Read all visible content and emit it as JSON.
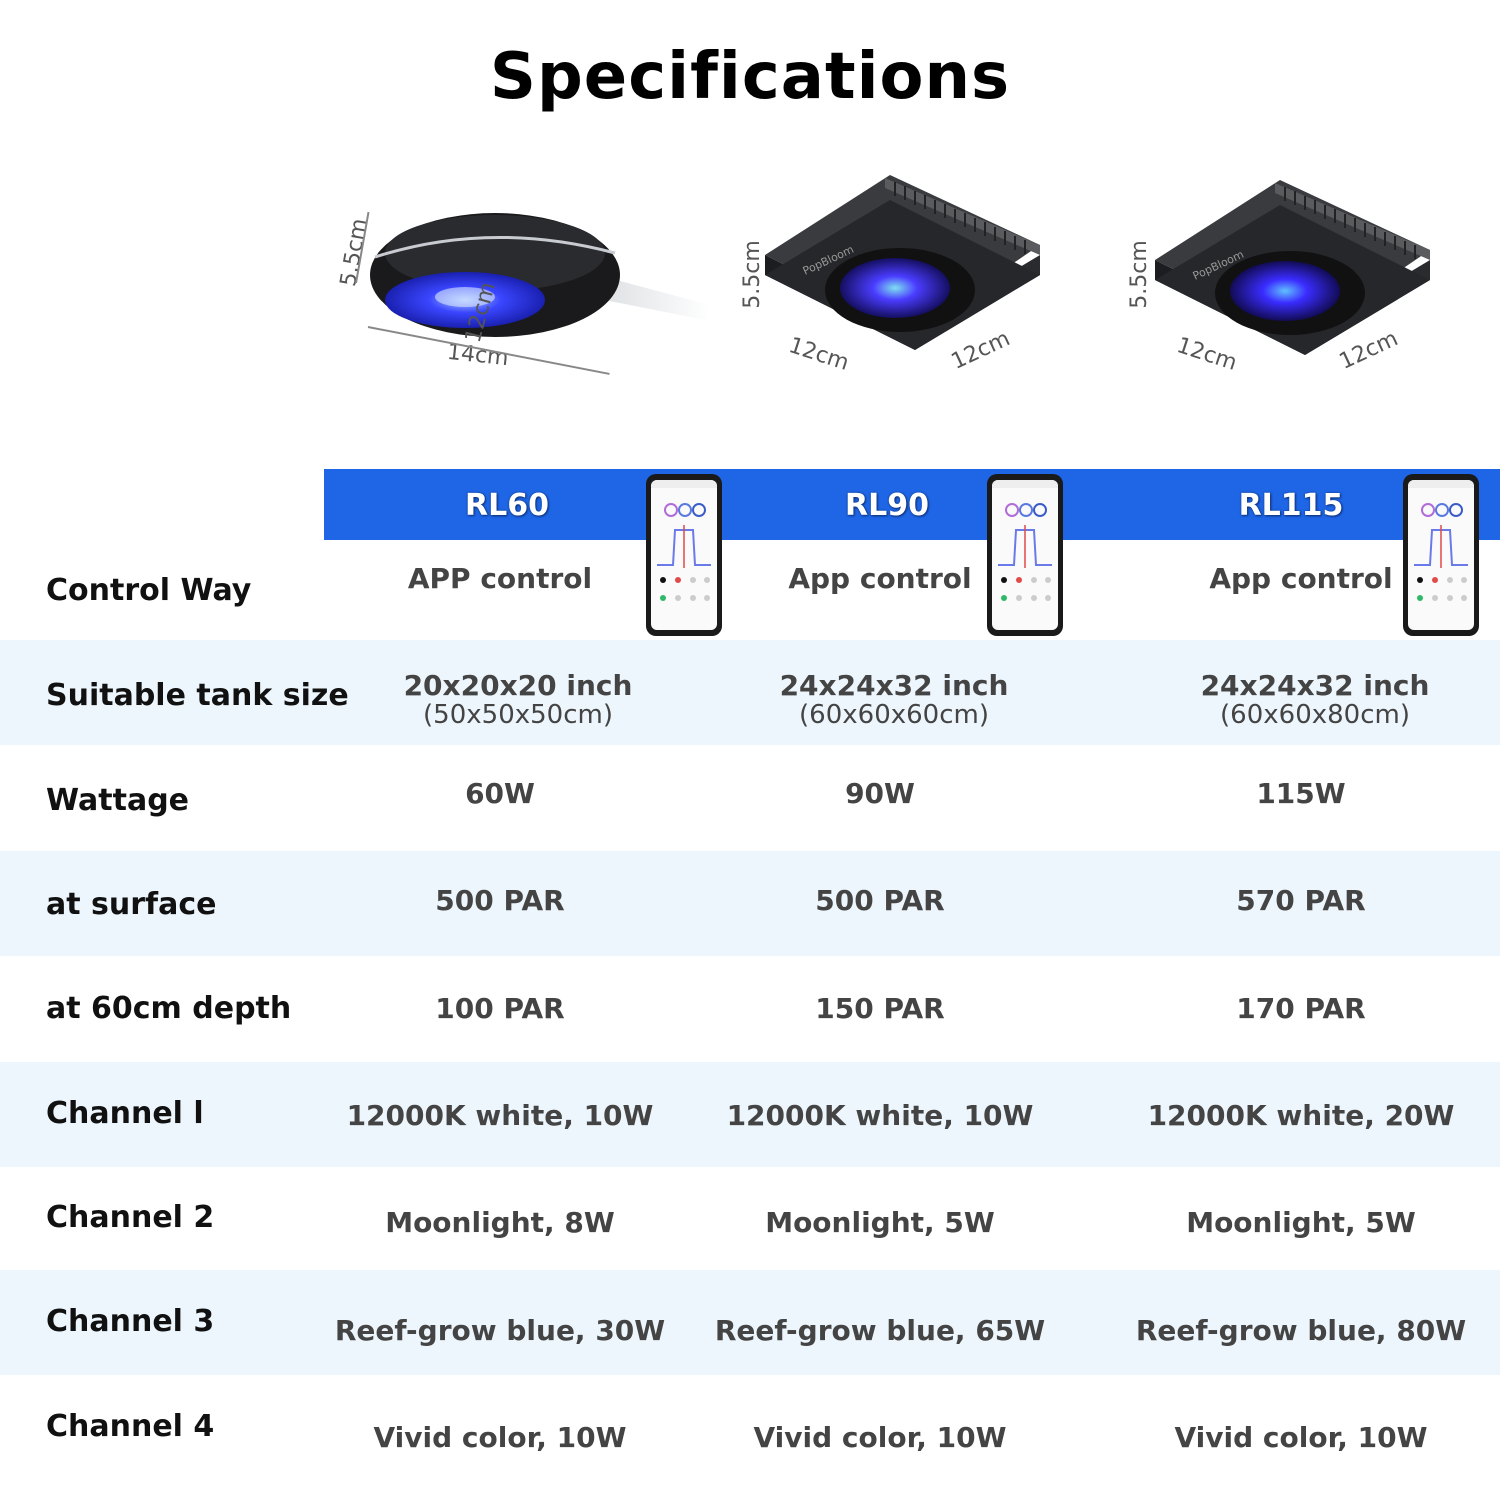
{
  "title": "Specifications",
  "products": [
    {
      "dims": [
        "5.5cm",
        "12cm",
        "14cm"
      ]
    },
    {
      "dims": [
        "5.5cm",
        "12cm",
        "12cm"
      ]
    },
    {
      "dims": [
        "5.5cm",
        "12cm",
        "12cm"
      ]
    }
  ],
  "models": [
    "RL60",
    "RL90",
    "RL115"
  ],
  "rows": [
    {
      "label": "Control Way",
      "values": [
        "APP control",
        "App control",
        "App control"
      ]
    },
    {
      "label": "Suitable tank size",
      "values": [
        "20x20x20 inch",
        "24x24x32 inch",
        "24x24x32 inch"
      ],
      "subs": [
        "(50x50x50cm)",
        "(60x60x60cm)",
        "(60x60x80cm)"
      ]
    },
    {
      "label": "Wattage",
      "values": [
        "60W",
        "90W",
        "115W"
      ]
    },
    {
      "label": "at surface",
      "values": [
        "500 PAR",
        "500 PAR",
        "570 PAR"
      ]
    },
    {
      "label": "at 60cm depth",
      "values": [
        "100 PAR",
        "150 PAR",
        "170 PAR"
      ]
    },
    {
      "label": "Channel l",
      "values": [
        "12000K white, 10W",
        "12000K white, 10W",
        "12000K white, 20W"
      ]
    },
    {
      "label": "Channel 2",
      "values": [
        "Moonlight, 8W",
        "Moonlight, 5W",
        "Moonlight, 5W"
      ]
    },
    {
      "label": "Channel 3",
      "values": [
        "Reef-grow blue, 30W",
        "Reef-grow blue, 65W",
        "Reef-grow blue, 80W"
      ]
    },
    {
      "label": "Channel 4",
      "values": [
        "Vivid color, 10W",
        "Vivid color, 10W",
        "Vivid color, 10W"
      ]
    }
  ],
  "colors": {
    "header_blue": "#1e66e6",
    "row_alt": "#edf6fc",
    "led_blue": "#3a46ff"
  },
  "icons": [
    "led-light-round-image",
    "led-light-square-image",
    "phone-app-icon"
  ]
}
